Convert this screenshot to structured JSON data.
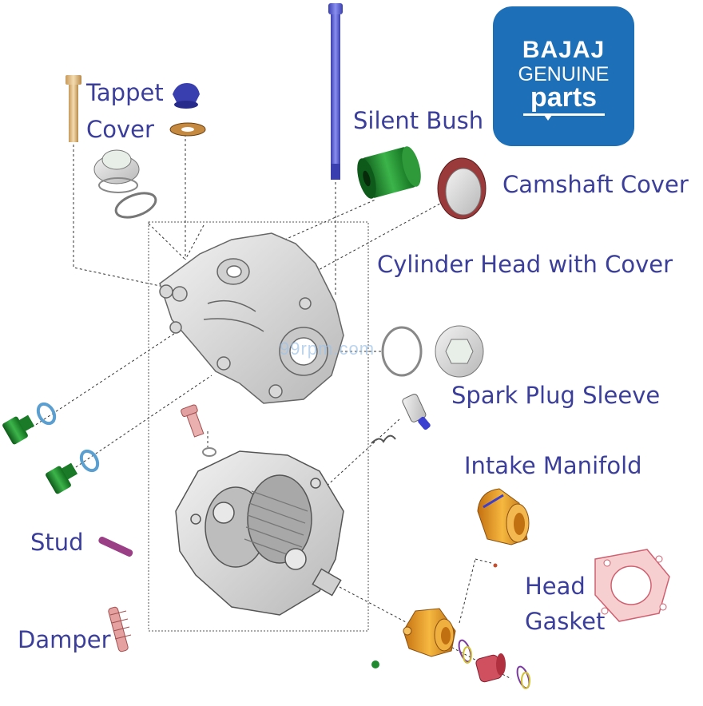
{
  "logo": {
    "line1": "BAJAJ",
    "line2": "GENUINE",
    "line3": "parts"
  },
  "labels": {
    "tappet_cover_line1": "Tappet",
    "tappet_cover_line2": "Cover",
    "silent_bush": "Silent Bush",
    "camshaft_cover": "Camshaft Cover",
    "cylinder_head": "Cylinder Head with Cover",
    "spark_plug_sleeve": "Spark Plug Sleeve",
    "intake_manifold": "Intake Manifold",
    "stud": "Stud",
    "head_gasket_line1": "Head",
    "head_gasket_line2": "Gasket",
    "damper": "Damper"
  },
  "watermark": "99rpm.com",
  "colors": {
    "label_text": "#3b3f9b",
    "logo_bg": "#1d6fb8",
    "bolt_green": "#1f8a2e",
    "washer_blue": "#6aa9d6",
    "manifold_orange": "#e89a1c",
    "gasket_pink": "#e59a9a",
    "long_bolt_blue": "#5a5fd0",
    "damper_pink": "#e5a0a0",
    "stud_magenta": "#9a3f86",
    "silent_bush_green": "#2e9a3a",
    "camshaft_cover_red": "#b24a4a"
  }
}
